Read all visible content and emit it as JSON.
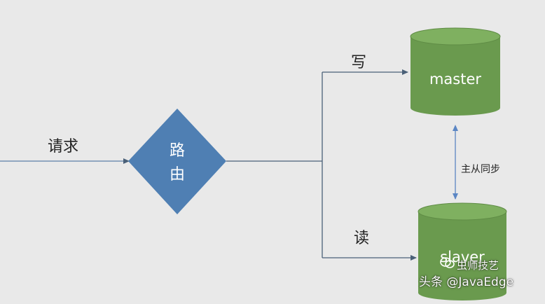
{
  "diagram": {
    "request_label": "请求",
    "router": {
      "line1": "路",
      "line2": "由"
    },
    "write_label": "写",
    "read_label": "读",
    "master_label": "master",
    "slaver_label": "slaver",
    "sync_label": "主从同步",
    "colors": {
      "background": "#e9e9e9",
      "router_fill": "#4f7fb3",
      "db_fill": "#6a9a4e",
      "db_top": "#7fb060",
      "line": "#4a6078"
    }
  },
  "watermark": {
    "account": "虫师技艺",
    "text": "头条 @JavaEdge"
  }
}
